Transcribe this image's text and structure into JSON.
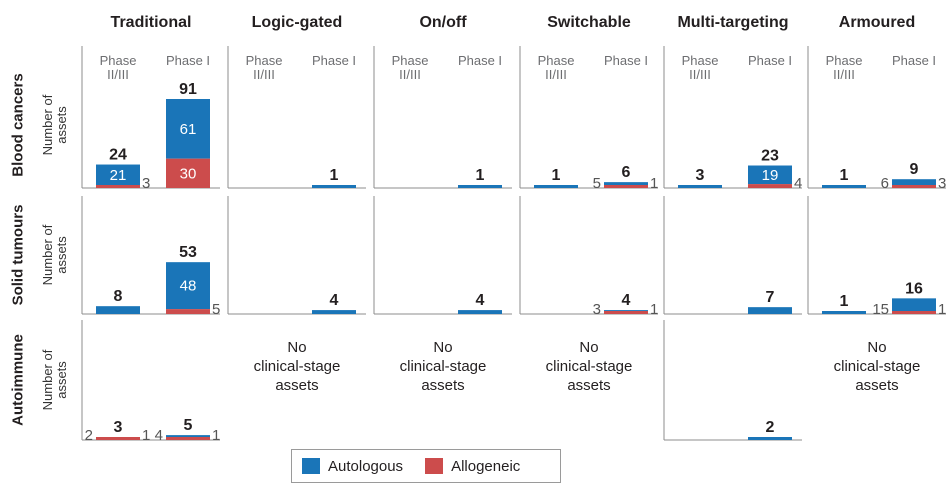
{
  "columns": [
    "Traditional",
    "Logic-gated",
    "On/off",
    "Switchable",
    "Multi-targeting",
    "Armoured"
  ],
  "rows": [
    "Blood cancers",
    "Solid tumours",
    "Autoimmune"
  ],
  "y_axis_label": "Number of assets",
  "phase_labels": [
    "Phase II/III",
    "Phase I"
  ],
  "no_assets_text": "No clinical-stage assets",
  "legend": [
    {
      "label": "Autologous",
      "color": "#1a75b8"
    },
    {
      "label": "Allogeneic",
      "color": "#cc4c4c"
    }
  ],
  "colors": {
    "autologous": "#1a75b8",
    "allogeneic": "#cc4c4c"
  },
  "chart_data": {
    "type": "bar",
    "ylim": [
      0,
      95
    ],
    "series": [
      {
        "name": "Autologous"
      },
      {
        "name": "Allogeneic"
      }
    ],
    "panels": [
      {
        "row": "Blood cancers",
        "column": "Traditional",
        "bars": [
          {
            "phase": "Phase II/III",
            "total": 24,
            "autologous": 21,
            "allogeneic": 3
          },
          {
            "phase": "Phase I",
            "total": 91,
            "autologous": 61,
            "allogeneic": 30
          }
        ]
      },
      {
        "row": "Blood cancers",
        "column": "Logic-gated",
        "bars": [
          {
            "phase": "Phase II/III",
            "total": null
          },
          {
            "phase": "Phase I",
            "total": 1,
            "autologous": 1,
            "allogeneic": 0
          }
        ]
      },
      {
        "row": "Blood cancers",
        "column": "On/off",
        "bars": [
          {
            "phase": "Phase II/III",
            "total": null
          },
          {
            "phase": "Phase I",
            "total": 1,
            "autologous": 1,
            "allogeneic": 0
          }
        ]
      },
      {
        "row": "Blood cancers",
        "column": "Switchable",
        "bars": [
          {
            "phase": "Phase II/III",
            "total": 1,
            "autologous": 1,
            "allogeneic": 0
          },
          {
            "phase": "Phase I",
            "total": 6,
            "autologous": 5,
            "allogeneic": 1
          }
        ]
      },
      {
        "row": "Blood cancers",
        "column": "Multi-targeting",
        "bars": [
          {
            "phase": "Phase II/III",
            "total": 3,
            "autologous": 3,
            "allogeneic": 0
          },
          {
            "phase": "Phase I",
            "total": 23,
            "autologous": 19,
            "allogeneic": 4
          }
        ]
      },
      {
        "row": "Blood cancers",
        "column": "Armoured",
        "bars": [
          {
            "phase": "Phase II/III",
            "total": 1,
            "autologous": 1,
            "allogeneic": 0
          },
          {
            "phase": "Phase I",
            "total": 9,
            "autologous": 6,
            "allogeneic": 3
          }
        ]
      },
      {
        "row": "Solid tumours",
        "column": "Traditional",
        "bars": [
          {
            "phase": "Phase II/III",
            "total": 8,
            "autologous": 8,
            "allogeneic": 0
          },
          {
            "phase": "Phase I",
            "total": 53,
            "autologous": 48,
            "allogeneic": 5
          }
        ]
      },
      {
        "row": "Solid tumours",
        "column": "Logic-gated",
        "bars": [
          {
            "phase": "Phase II/III",
            "total": null
          },
          {
            "phase": "Phase I",
            "total": 4,
            "autologous": 4,
            "allogeneic": 0
          }
        ]
      },
      {
        "row": "Solid tumours",
        "column": "On/off",
        "bars": [
          {
            "phase": "Phase II/III",
            "total": null
          },
          {
            "phase": "Phase I",
            "total": 4,
            "autologous": 4,
            "allogeneic": 0
          }
        ]
      },
      {
        "row": "Solid tumours",
        "column": "Switchable",
        "bars": [
          {
            "phase": "Phase II/III",
            "total": null
          },
          {
            "phase": "Phase I",
            "total": 4,
            "autologous": 3,
            "allogeneic": 1
          }
        ]
      },
      {
        "row": "Solid tumours",
        "column": "Multi-targeting",
        "bars": [
          {
            "phase": "Phase II/III",
            "total": null
          },
          {
            "phase": "Phase I",
            "total": 7,
            "autologous": 7,
            "allogeneic": 0
          }
        ]
      },
      {
        "row": "Solid tumours",
        "column": "Armoured",
        "bars": [
          {
            "phase": "Phase II/III",
            "total": 1,
            "autologous": 1,
            "allogeneic": 0
          },
          {
            "phase": "Phase I",
            "total": 16,
            "autologous": 15,
            "allogeneic": 1
          }
        ]
      },
      {
        "row": "Autoimmune",
        "column": "Traditional",
        "bars": [
          {
            "phase": "Phase II/III",
            "total": 3,
            "autologous": 2,
            "allogeneic": 1
          },
          {
            "phase": "Phase I",
            "total": 5,
            "autologous": 4,
            "allogeneic": 1
          }
        ]
      },
      {
        "row": "Autoimmune",
        "column": "Logic-gated",
        "no_assets": true
      },
      {
        "row": "Autoimmune",
        "column": "On/off",
        "no_assets": true
      },
      {
        "row": "Autoimmune",
        "column": "Switchable",
        "no_assets": true
      },
      {
        "row": "Autoimmune",
        "column": "Multi-targeting",
        "bars": [
          {
            "phase": "Phase II/III",
            "total": null
          },
          {
            "phase": "Phase I",
            "total": 2,
            "autologous": 2,
            "allogeneic": 0
          }
        ]
      },
      {
        "row": "Autoimmune",
        "column": "Armoured",
        "no_assets": true
      }
    ]
  }
}
